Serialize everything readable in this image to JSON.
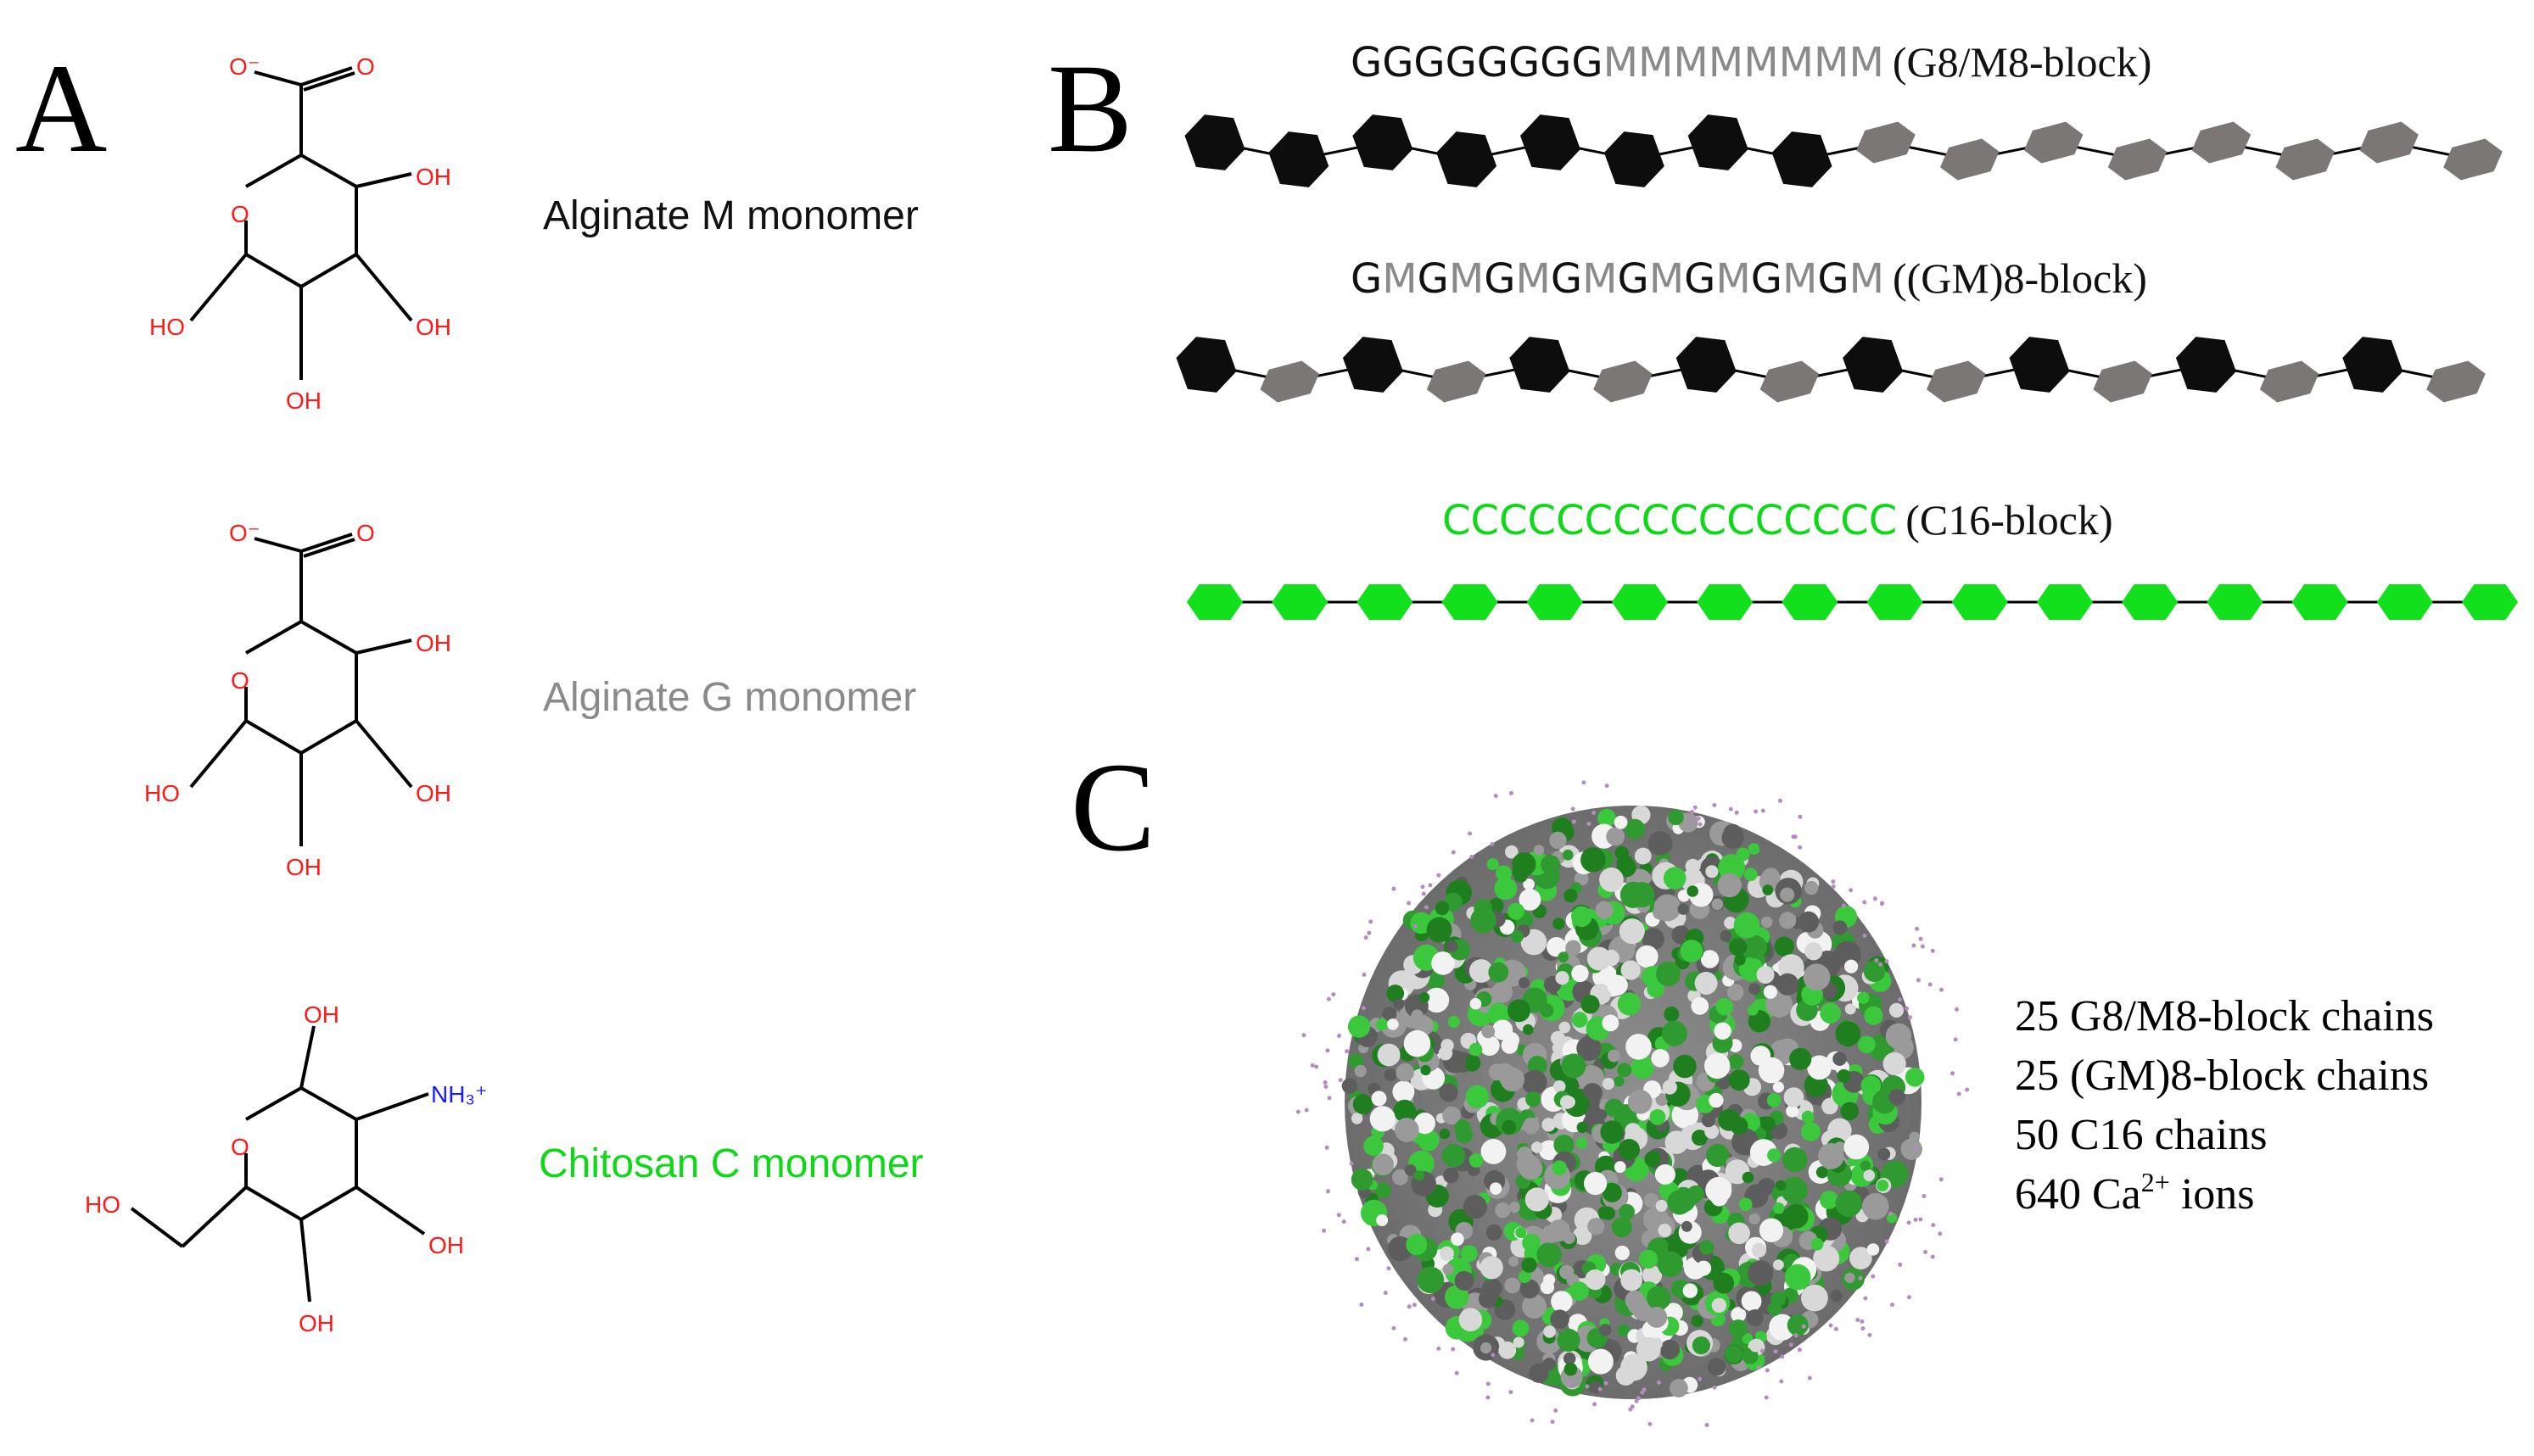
{
  "colors": {
    "g_residue": "#0d0d0d",
    "m_residue": "#7a7776",
    "c_residue": "#13e01d",
    "oxygen": "#ff1a1a",
    "nitrogen": "#1a1aff",
    "label_black": "#111111",
    "label_gray": "#8a8a8a",
    "label_green": "#0fd818"
  },
  "panels": {
    "A": {
      "letter": "A",
      "monomers": [
        {
          "label": "Alginate M monomer",
          "color": "black"
        },
        {
          "label": "Alginate G monomer",
          "color": "gray"
        },
        {
          "label": "Chitosan C monomer",
          "color": "green"
        }
      ],
      "atoms": {
        "anion": "O⁻",
        "o": "O",
        "oh": "OH",
        "ho": "HO",
        "nh3": "NH₃⁺"
      }
    },
    "B": {
      "letter": "B",
      "chains": [
        {
          "sequence": "GGGGGGGGMMMMMMMM",
          "block": "(G8/M8-block)",
          "pattern": [
            "G",
            "G",
            "G",
            "G",
            "G",
            "G",
            "G",
            "G",
            "M",
            "M",
            "M",
            "M",
            "M",
            "M",
            "M",
            "M"
          ]
        },
        {
          "sequence": "GMGMGMGMGMGMGMGM",
          "block": "((GM)8-block)",
          "pattern": [
            "G",
            "M",
            "G",
            "M",
            "G",
            "M",
            "G",
            "M",
            "G",
            "M",
            "G",
            "M",
            "G",
            "M",
            "G",
            "M"
          ]
        },
        {
          "sequence": "CCCCCCCCCCCCCCCC",
          "block": "(C16-block)",
          "pattern": [
            "C",
            "C",
            "C",
            "C",
            "C",
            "C",
            "C",
            "C",
            "C",
            "C",
            "C",
            "C",
            "C",
            "C",
            "C",
            "C"
          ]
        }
      ]
    },
    "C": {
      "letter": "C",
      "composition": [
        {
          "text": "25 G8/M8-block chains"
        },
        {
          "text": "25 (GM)8-block chains"
        },
        {
          "text": "50 C16 chains"
        },
        {
          "prefix": "640 Ca",
          "sup": "2+",
          "suffix": " ions"
        }
      ],
      "image": "molecular dynamics snapshot of alginate/chitosan/Ca2+ aggregate (green, grey, white spheres)"
    }
  }
}
